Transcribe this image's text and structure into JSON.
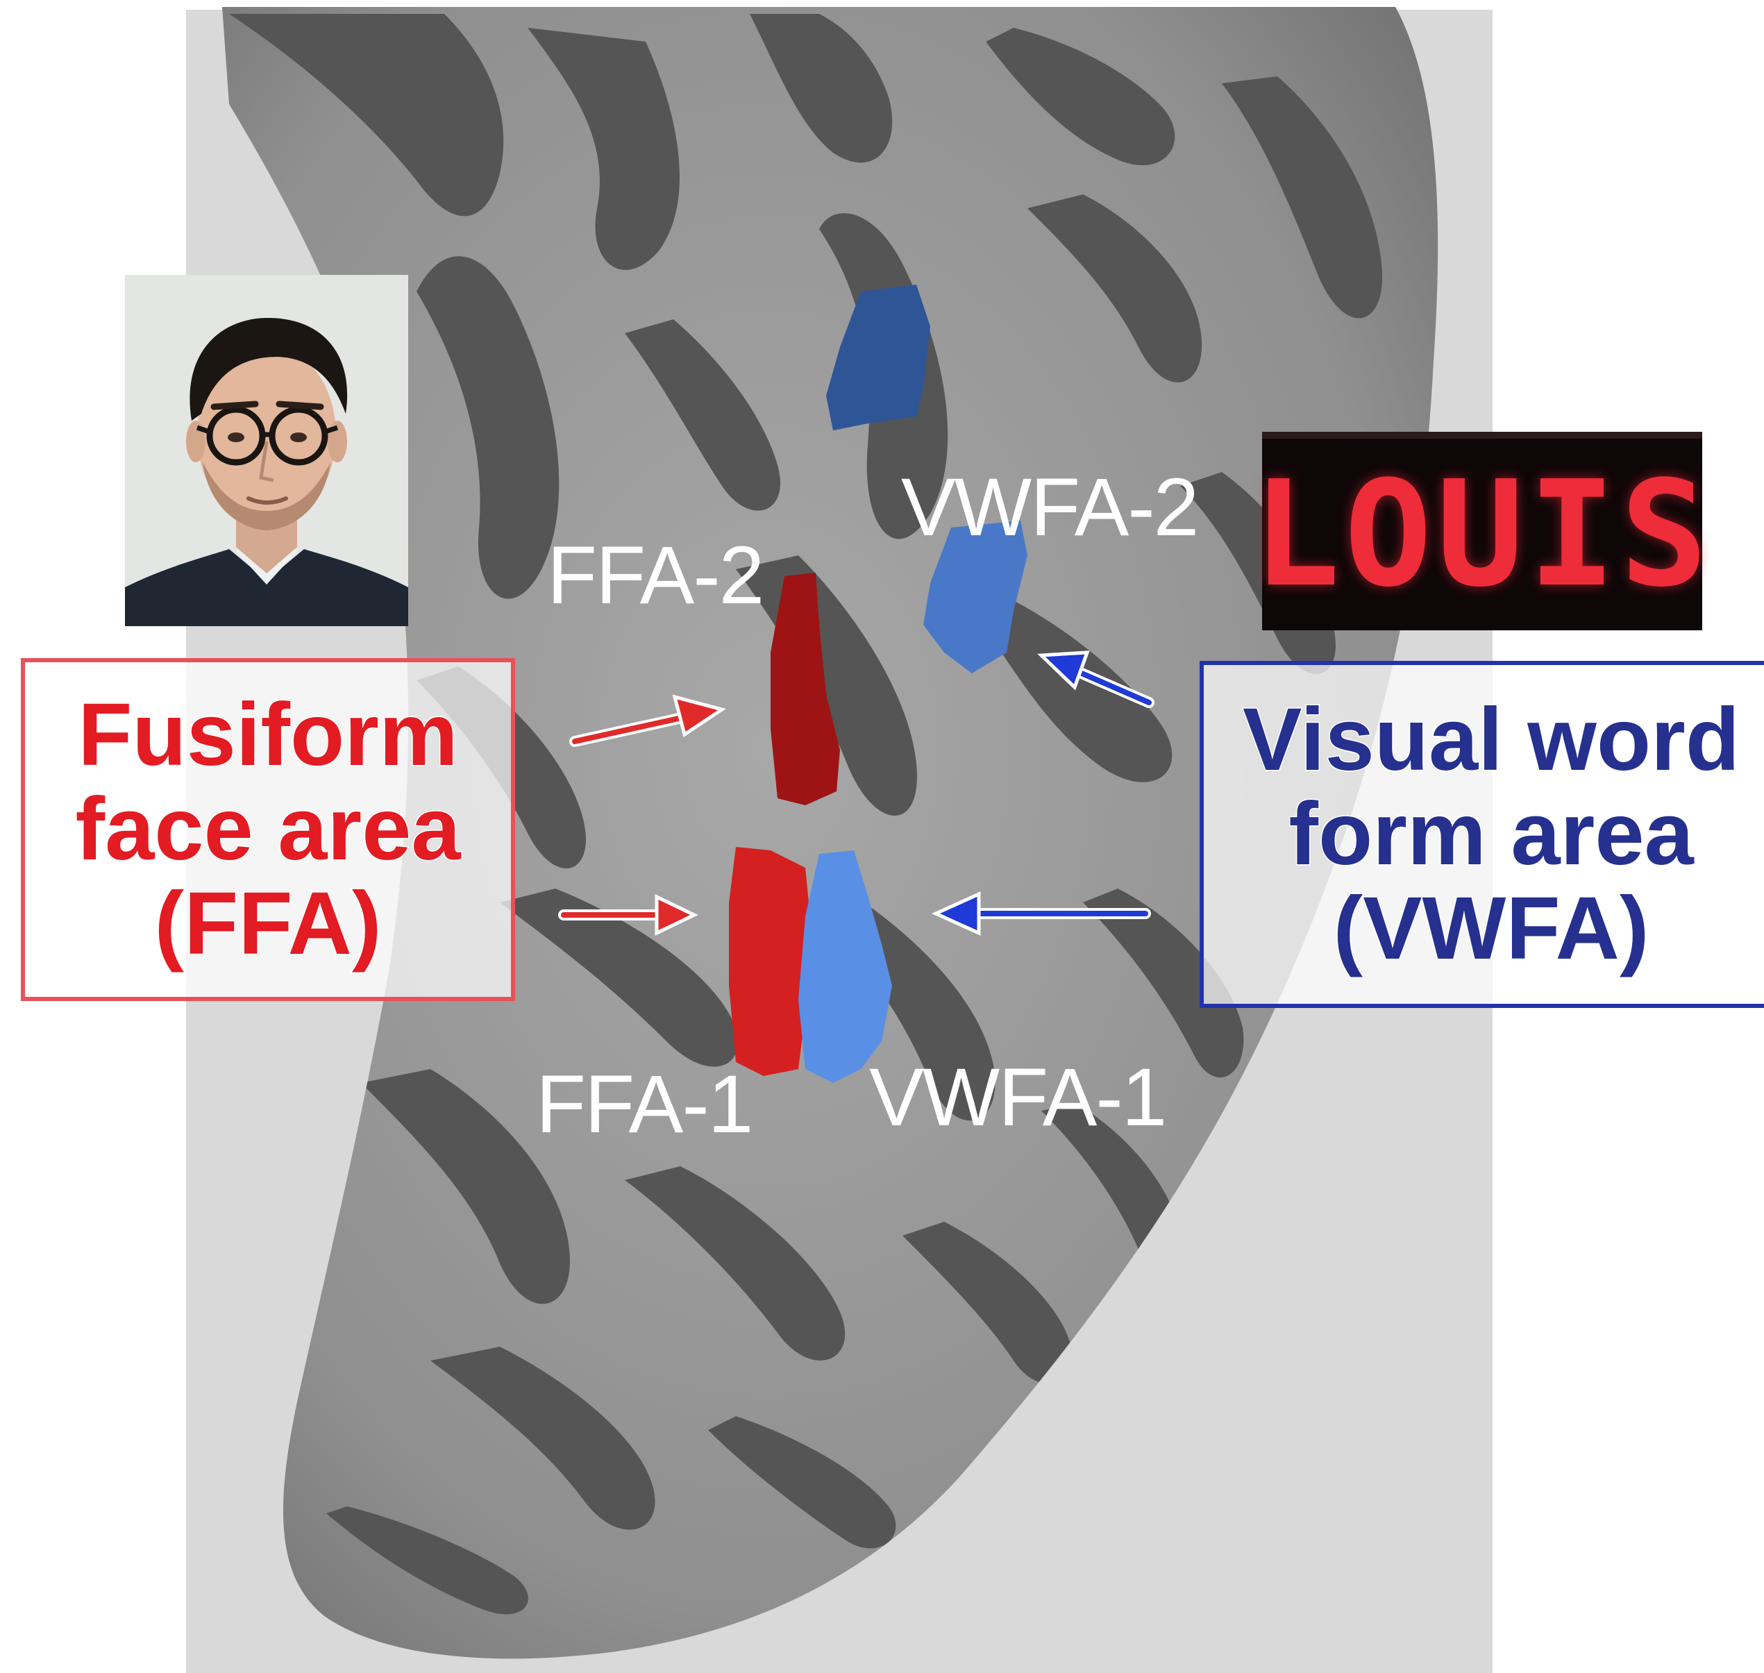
{
  "roi_labels": {
    "vwfa2": "VWFA-2",
    "ffa2": "FFA-2",
    "ffa1": "FFA-1",
    "vwfa1": "VWFA-1"
  },
  "ffa_callout": {
    "line1": "Fusiform",
    "line2": "face area",
    "line3": "(FFA)"
  },
  "vwfa_callout": {
    "line1": "Visual word",
    "line2": "form area",
    "line3": "(VWFA)"
  },
  "led_sign": {
    "word": "LOUIS"
  },
  "colors": {
    "ffa_text": "#e31b23",
    "ffa_border": "#e8505a",
    "vwfa_text": "#25308f",
    "vwfa_border": "#2233aa",
    "ffa1_region": "#d42020",
    "ffa2_region": "#9e1414",
    "vwfa1_region": "#5a8fe6",
    "vwfa2_region": "#4a78c8",
    "vwfa3_region": "#2e5596",
    "red_arrow": "#e02a2a",
    "blue_arrow": "#1f3ad6"
  },
  "icons": {
    "face": "face-photo-icon",
    "led": "led-sign-icon"
  }
}
